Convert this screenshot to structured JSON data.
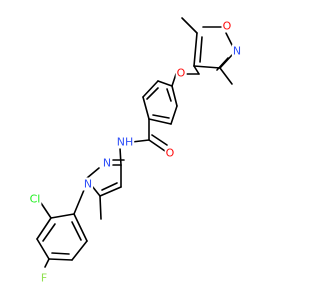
{
  "molecule": {
    "colors": {
      "bond": "#000000",
      "O": "#ff0d0d",
      "N": "#3050f8",
      "Cl": "#1ff01f",
      "F": "#90e050"
    },
    "atom_labels": {
      "O_ether": "O",
      "O_isoxazole": "O",
      "N_isoxazole": "N",
      "O_carbonyl": "O",
      "NH_amide": "NH",
      "N_pyrazole_2": "N",
      "N_pyrazole_1": "N",
      "Cl": "Cl",
      "F": "F"
    }
  }
}
